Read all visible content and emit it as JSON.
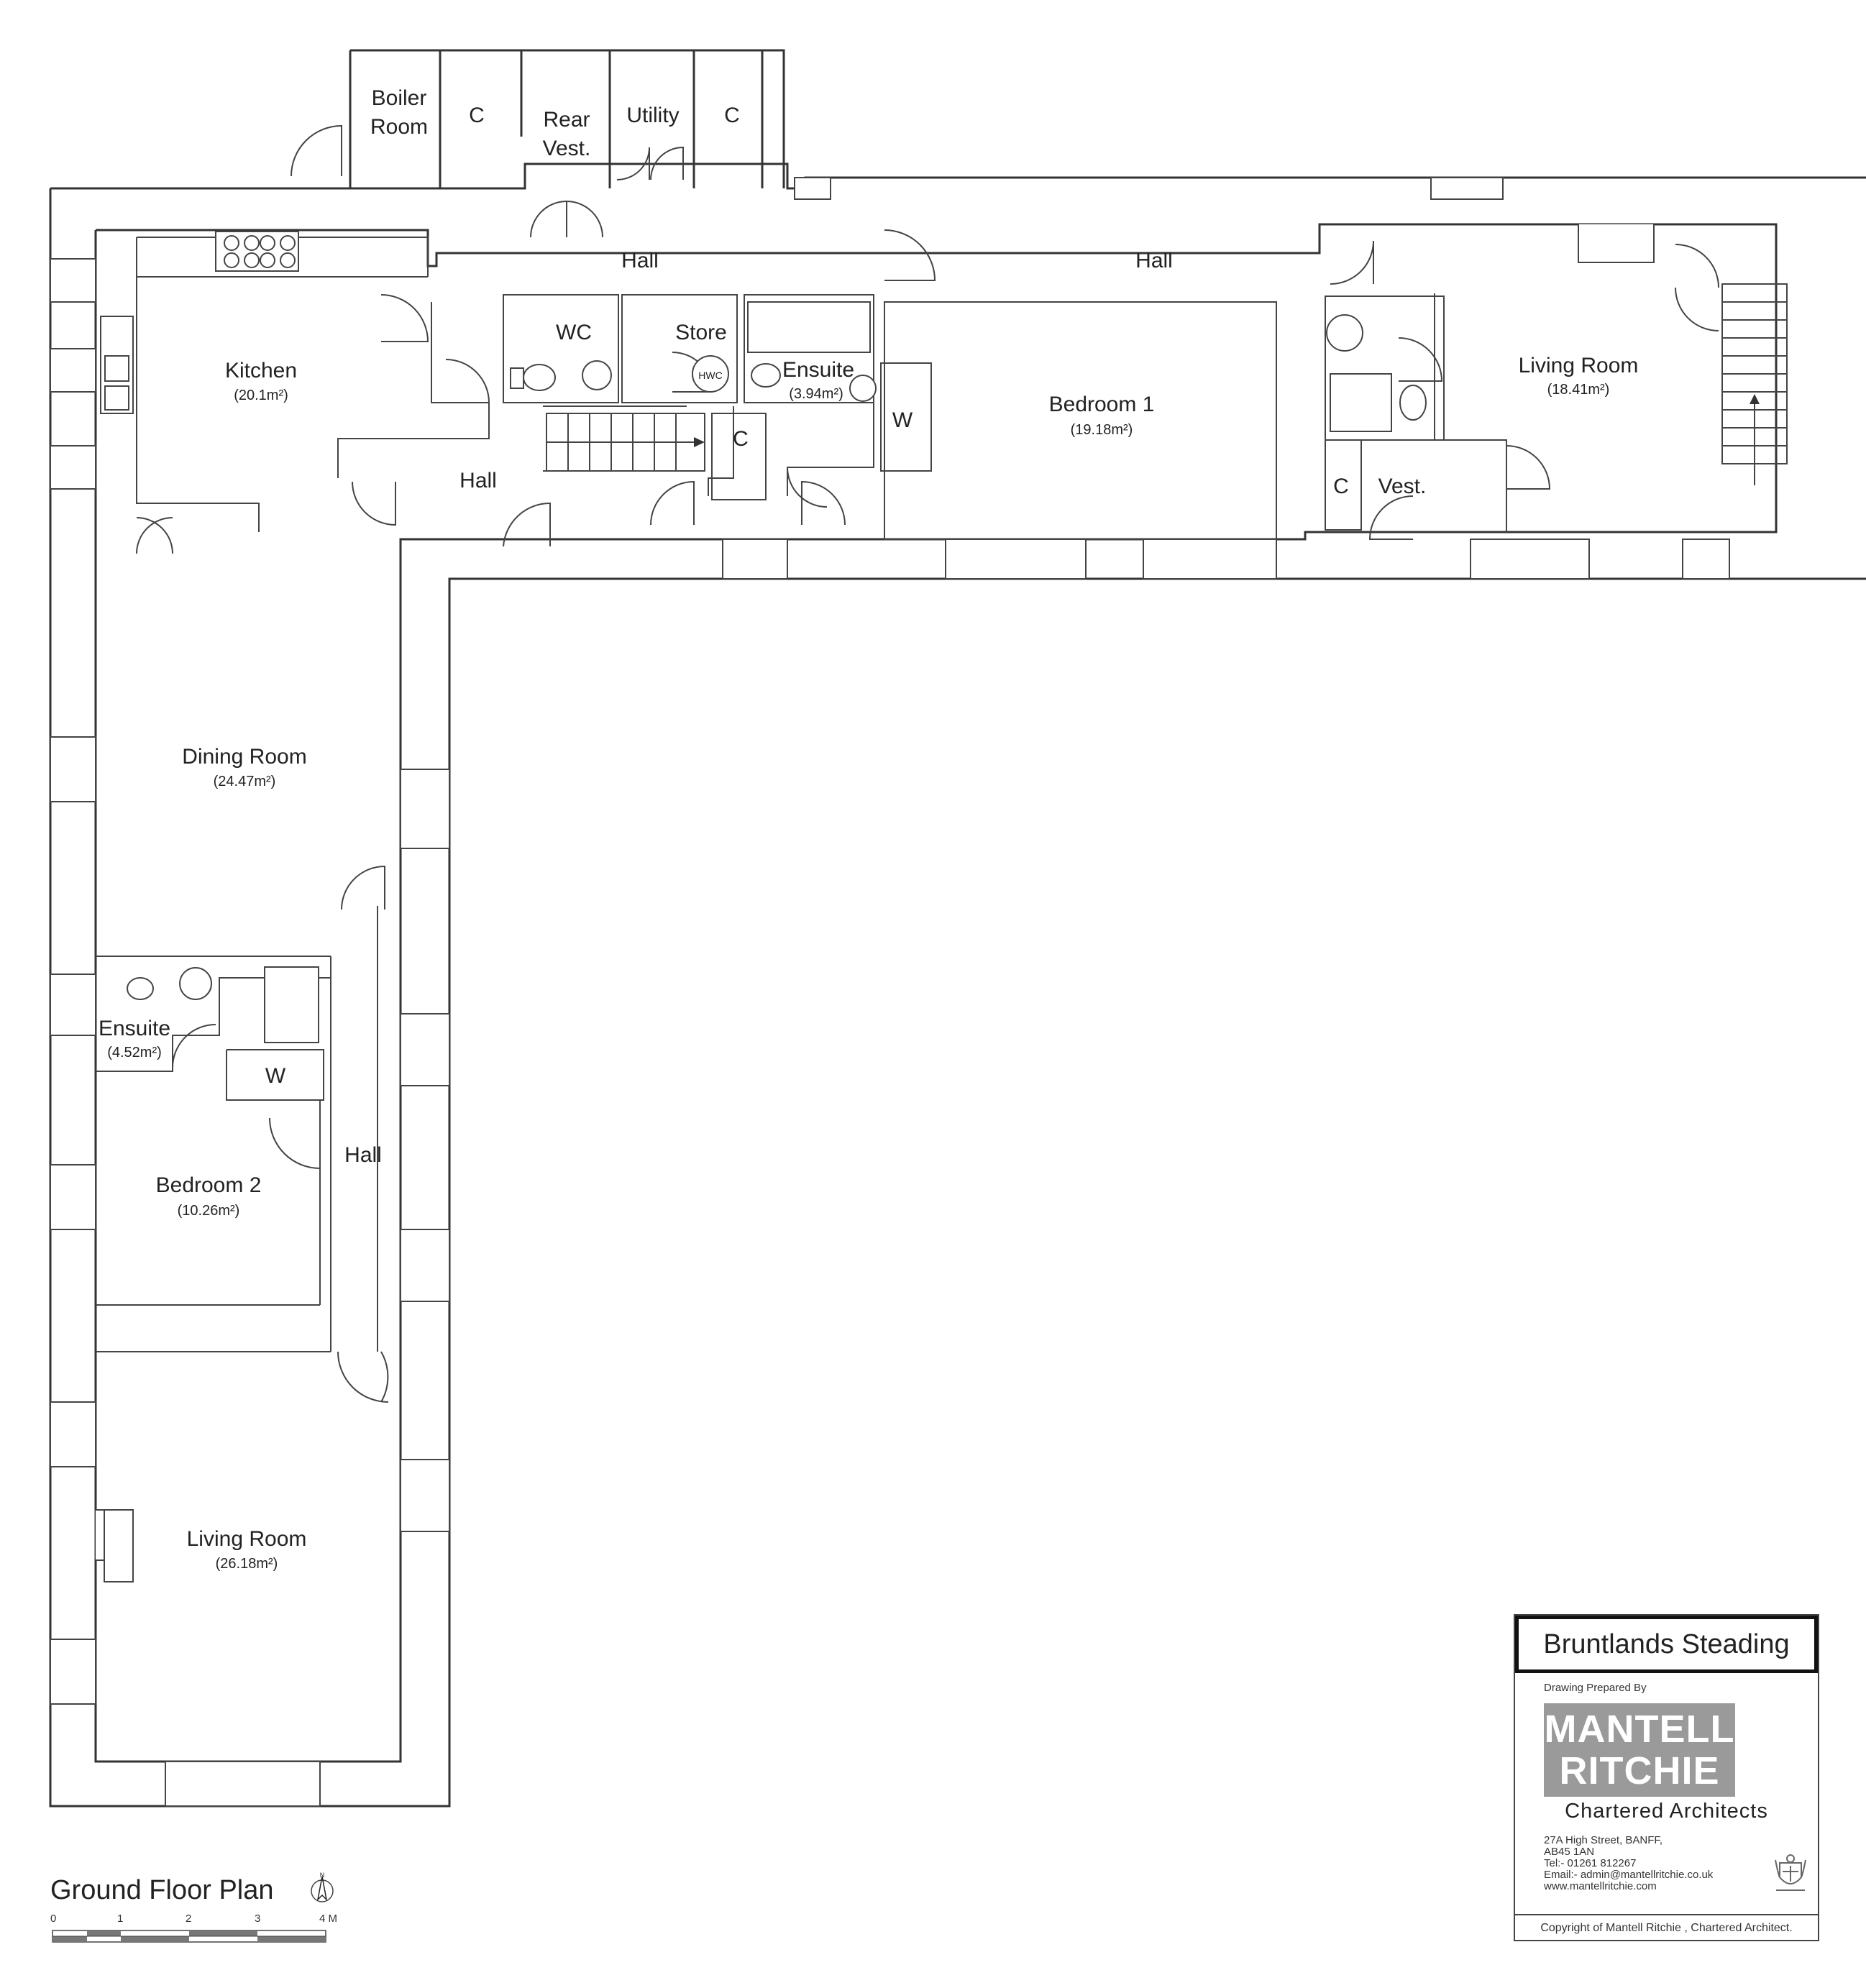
{
  "rooms": {
    "boiler": {
      "line1": "Boiler",
      "line2": "Room"
    },
    "c_top_left": "C",
    "rear_vest": {
      "line1": "Rear",
      "line2": "Vest."
    },
    "utility": "Utility",
    "c_top_right": "C",
    "hall_top_left": "Hall",
    "hall_top_right": "Hall",
    "kitchen": {
      "name": "Kitchen",
      "area": "(20.1m²)"
    },
    "wc": "WC",
    "store": "Store",
    "hwc": "HWC",
    "ensuite_1": {
      "name": "Ensuite",
      "area": "(3.94m²)"
    },
    "w_1": "W",
    "bedroom_1": {
      "name": "Bedroom 1",
      "area": "(19.18m²)"
    },
    "c_mid": "C",
    "hall_mid": "Hall",
    "living_right": {
      "name": "Living Room",
      "area": "(18.41m²)"
    },
    "c_vest": "C",
    "vest": "Vest.",
    "dining": {
      "name": "Dining Room",
      "area": "(24.47m²)"
    },
    "ensuite_2": {
      "name": "Ensuite",
      "area": "(4.52m²)"
    },
    "w_2": "W",
    "hall_wing": "Hall",
    "bedroom_2": {
      "name": "Bedroom 2",
      "area": "(10.26m²)"
    },
    "living_left": {
      "name": "Living Room",
      "area": "(26.18m²)"
    }
  },
  "title_block": {
    "project": "Bruntlands Steading",
    "prepared_by": "Drawing Prepared By",
    "logo_line1": "MANTELL",
    "logo_line2": "RITCHIE",
    "subtitle": "Chartered Architects",
    "address_1": "27A High Street, BANFF,",
    "address_2": "AB45 1AN",
    "tel": "Tel:- 01261 812267",
    "email": "Email:- admin@mantellritchie.co.uk",
    "web": "www.mantellritchie.com",
    "copyright": "Copyright of Mantell Ritchie , Chartered Architect."
  },
  "plan_title": "Ground Floor Plan",
  "compass_label": "N",
  "scale": {
    "labels": [
      "0",
      "1",
      "2",
      "3",
      "4 M"
    ]
  }
}
